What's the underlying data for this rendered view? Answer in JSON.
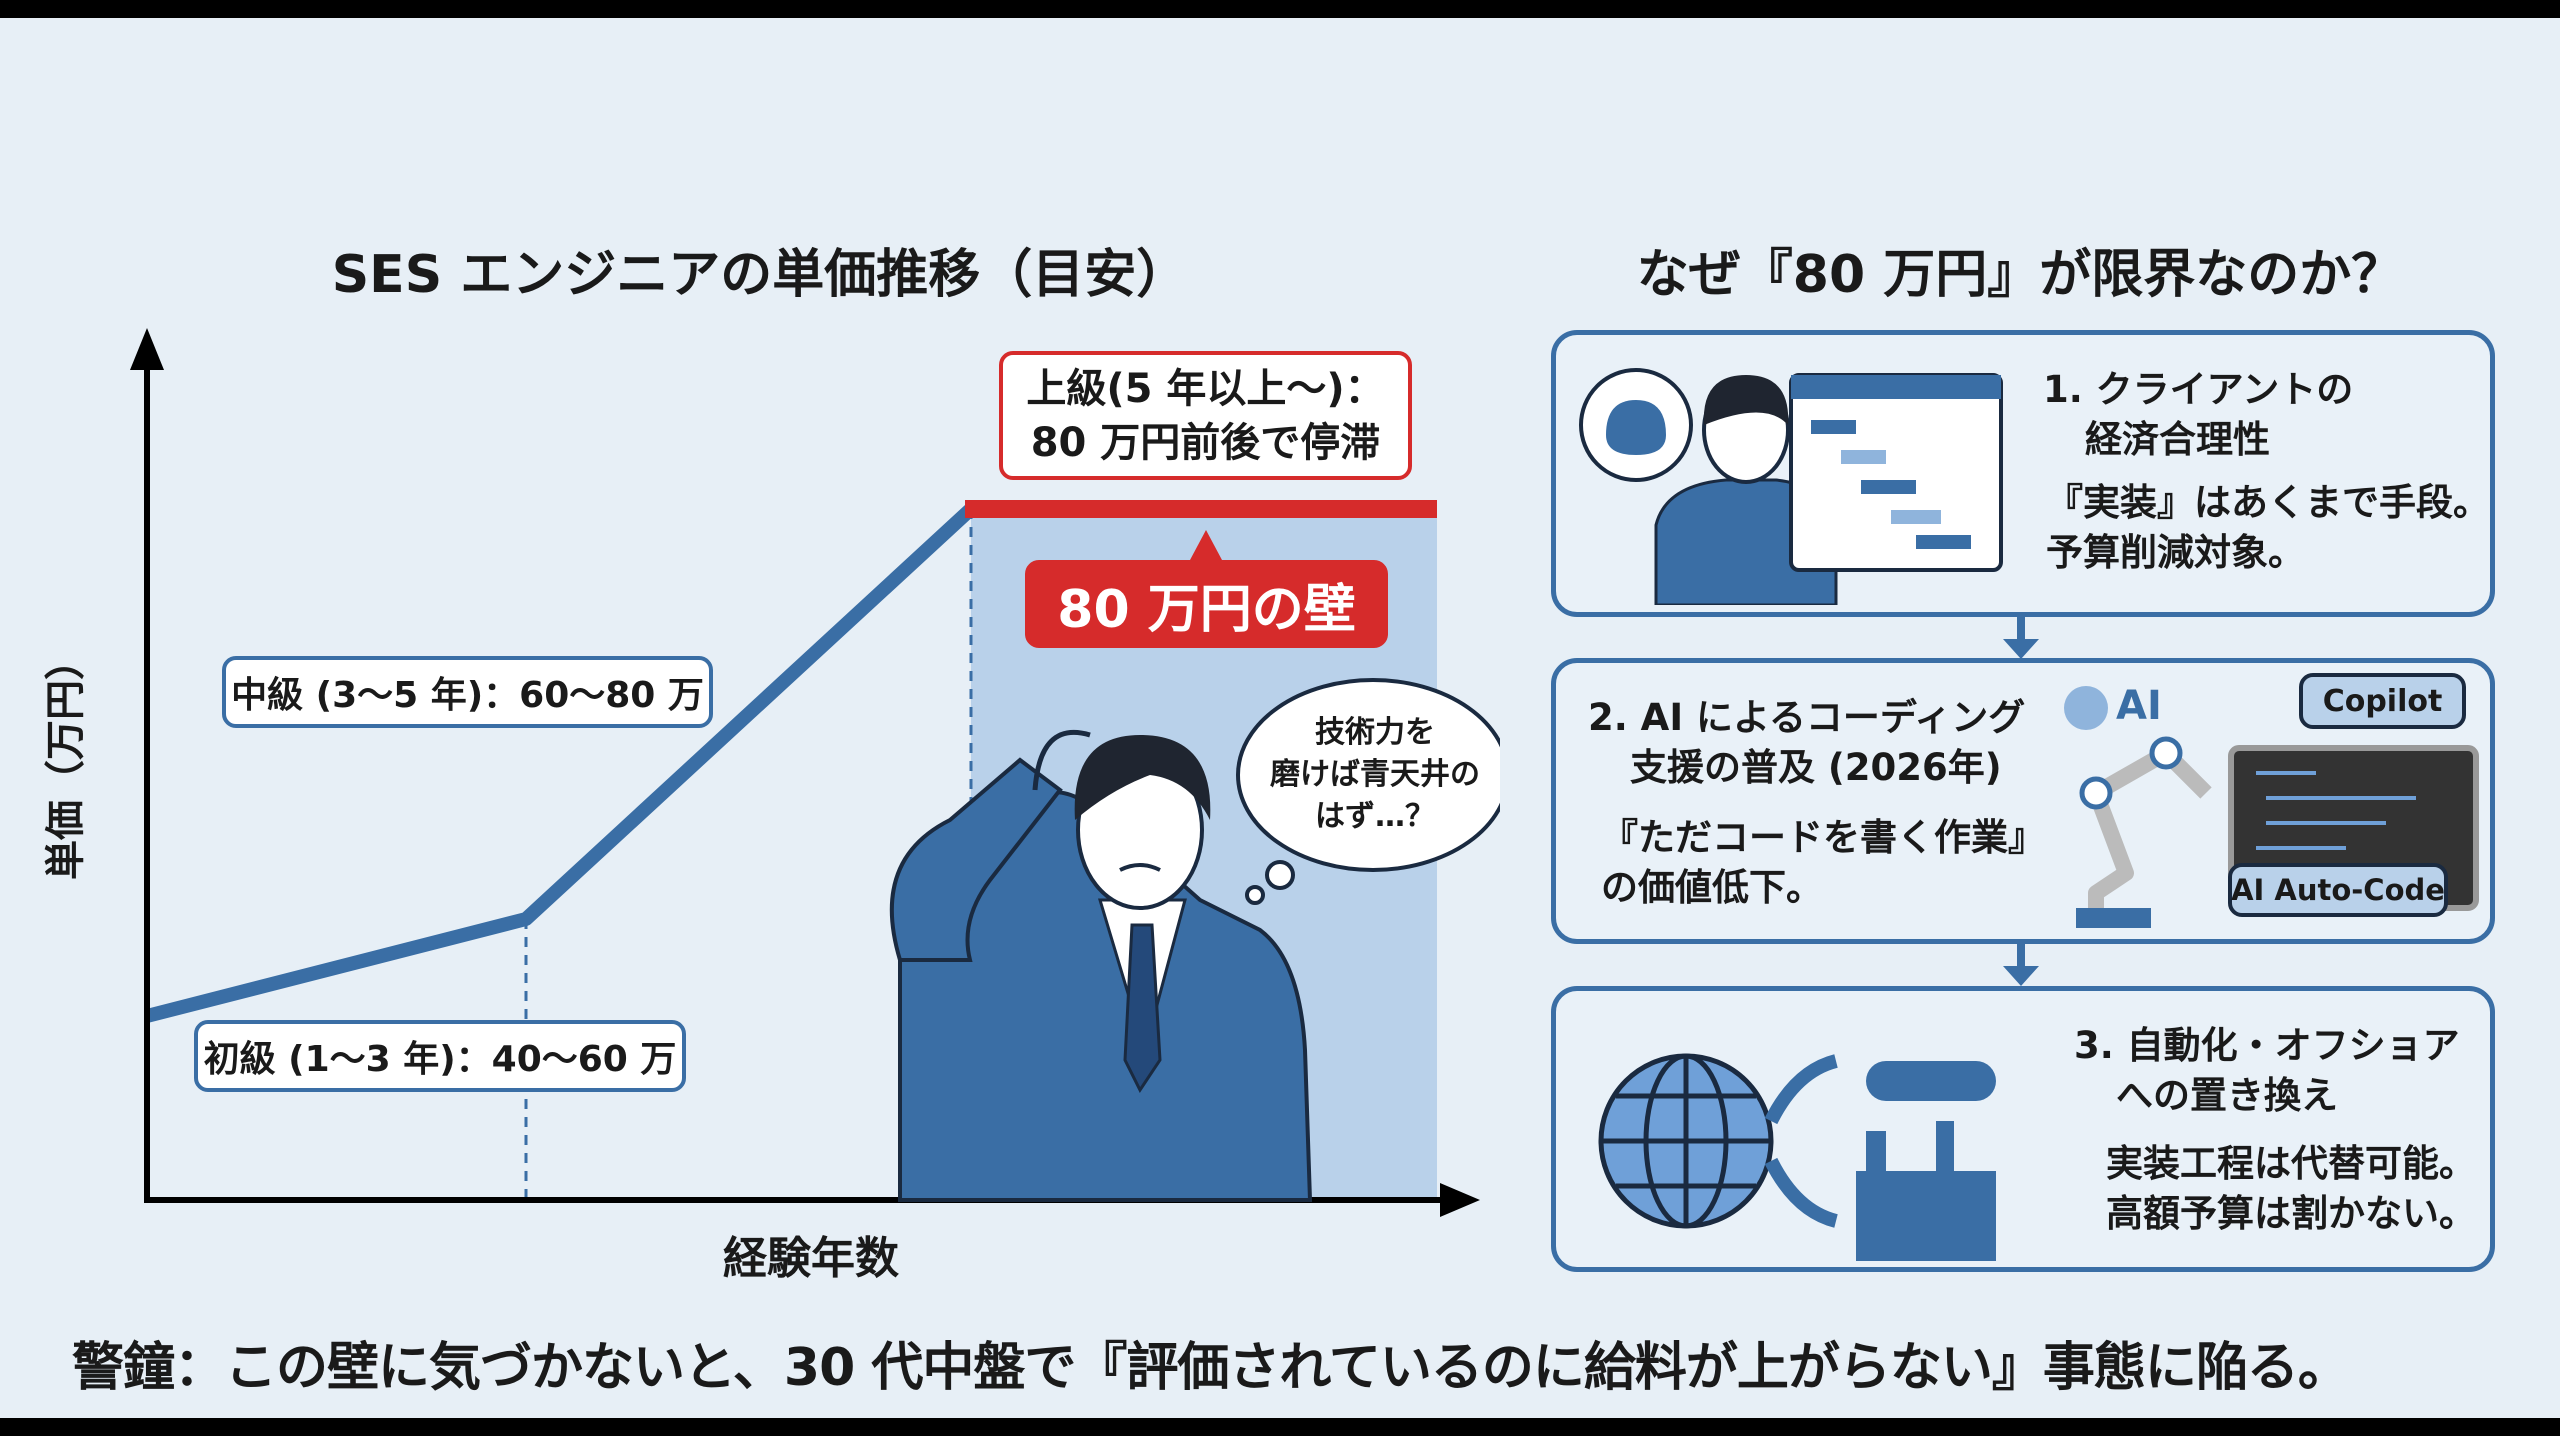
{
  "left": {
    "title": "SES エンジニアの単価推移（目安）",
    "y_axis_label": "単価（万円）",
    "x_axis_label": "経験年数",
    "label_junior": "初級 (1〜3 年)：40〜60 万",
    "label_mid": "中級 (3〜5 年)：60〜80 万",
    "label_senior_line1": "上級(5 年以上〜)：",
    "label_senior_line2": "80 万円前後で停滞",
    "wall_label": "80 万円の壁",
    "thought_line1": "技術力を",
    "thought_line2": "磨けば青天井の",
    "thought_line3": "はず…？"
  },
  "right": {
    "title": "なぜ『80 万円』が限界なのか？",
    "panels": [
      {
        "title_line1": "1. クライアントの",
        "title_line2": "経済合理性",
        "body_line1": "『実装』はあくまで手段。",
        "body_line2": "予算削減対象。"
      },
      {
        "title_line1": "2. AI によるコーディング",
        "title_line2": "支援の普及 (2026年)",
        "body_line1": "『ただコードを書く作業』",
        "body_line2": "の価値低下。",
        "ai_label": "AI",
        "copilot_label": "Copilot",
        "autocode_label": "AI Auto-Code"
      },
      {
        "title_line1": "3. 自動化・オフショア",
        "title_line2": "への置き換え",
        "body_line1": "実装工程は代替可能。",
        "body_line2": "高額予算は割かない。"
      }
    ]
  },
  "footer": "警鐘：この壁に気づかないと、30 代中盤で『評価されているのに給料が上がらない』事態に陥る。",
  "colors": {
    "accent": "#3a6ea5",
    "danger": "#d62b2b",
    "background": "#e7eff6"
  }
}
